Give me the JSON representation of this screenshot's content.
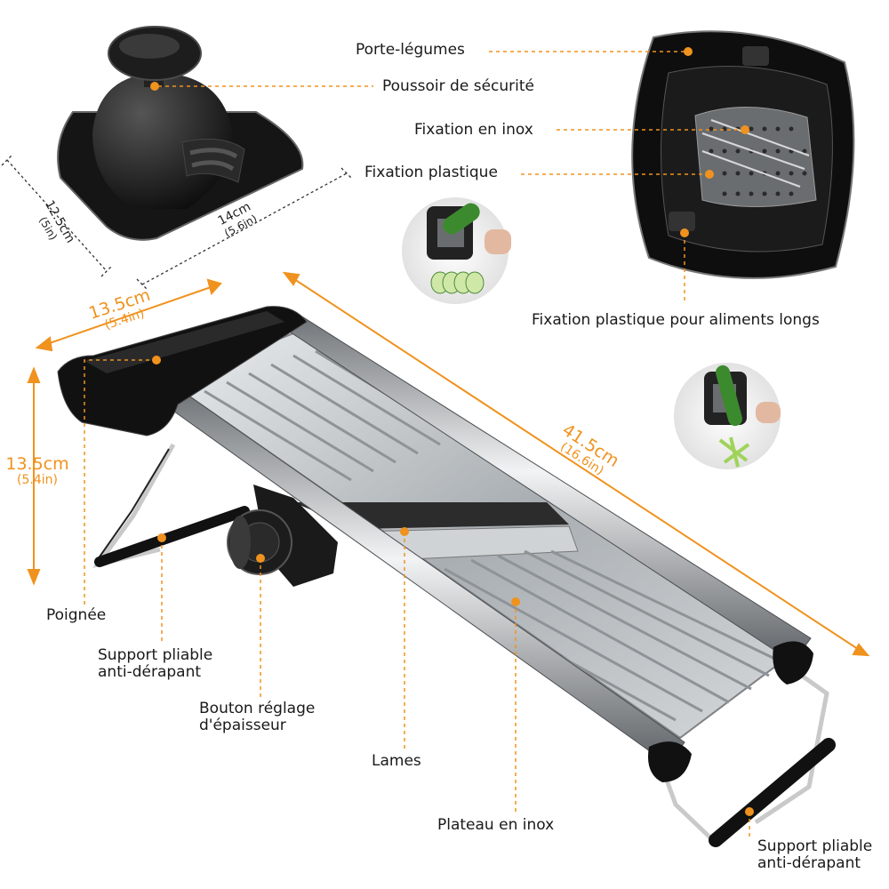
{
  "colors": {
    "accent": "#f0921e",
    "body_black": "#111111",
    "steel": "#b8bcc0"
  },
  "labels": {
    "porte_legumes": "Porte-légumes",
    "poussoir": "Poussoir de sécurité",
    "fixation_inox": "Fixation en inox",
    "fixation_plastique": "Fixation plastique",
    "fixation_longs": "Fixation plastique pour aliments longs",
    "poignee": "Poignée",
    "support_l1": "Support pliable",
    "support_l2": "anti-dérapant",
    "bouton_l1": "Bouton réglage",
    "bouton_l2": "d'épaisseur",
    "lames": "Lames",
    "plateau": "Plateau en inox",
    "support2_l1": "Support pliable",
    "support2_l2": "anti-dérapant"
  },
  "dimensions": {
    "guard_depth": {
      "metric": "12.5cm",
      "imperial": "(5in)"
    },
    "guard_width": {
      "metric": "14cm",
      "imperial": "(5.6in)"
    },
    "handle_width": {
      "metric": "13.5cm",
      "imperial": "(5.4in)"
    },
    "height": {
      "metric": "13.5cm",
      "imperial": "(5.4in)"
    },
    "length": {
      "metric": "41.5cm",
      "imperial": "(16.6in)"
    }
  }
}
